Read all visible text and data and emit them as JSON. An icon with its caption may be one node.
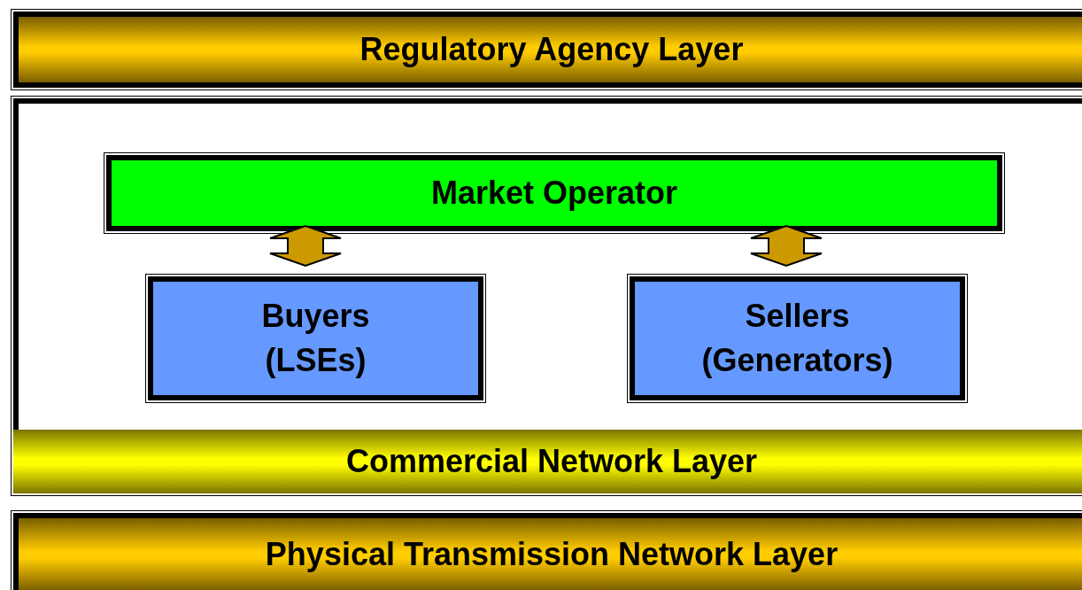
{
  "diagram": {
    "nodes": [
      {
        "text": [
          "Regulatory Agency Layer"
        ]
      },
      {
        "text": [
          "Commercial Network Layer"
        ]
      },
      {
        "text": [
          "Market Operator"
        ],
        "in": 1
      },
      {
        "text": [
          "Buyers",
          "(LSEs)"
        ],
        "in": 1
      },
      {
        "text": [
          "Sellers",
          "(Generators)"
        ],
        "in": 1
      },
      {
        "text": [
          "Physical Transmission Network Layer"
        ]
      }
    ],
    "edges": [
      {
        "from": 2,
        "to": 3,
        "arrow": "both",
        "style": "thick",
        "color": "#cc9900"
      },
      {
        "from": 2,
        "to": 4,
        "arrow": "both",
        "style": "thick",
        "color": "#cc9900"
      }
    ]
  }
}
